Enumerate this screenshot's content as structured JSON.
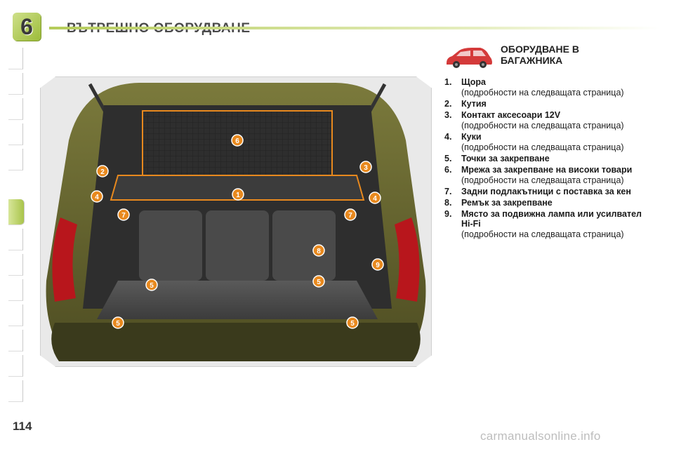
{
  "header": {
    "chapter_number": "6",
    "title": "ВЪТРЕШНО ОБОРУДВАНЕ"
  },
  "section": {
    "title_line1": "ОБОРУДВАНЕ В",
    "title_line2": "БАГАЖНИКА"
  },
  "items": [
    {
      "num": "1.",
      "label": "Щора",
      "note": "(подробности на следващата страница)"
    },
    {
      "num": "2.",
      "label": "Кутия",
      "note": ""
    },
    {
      "num": "3.",
      "label": "Контакт аксесоари 12V",
      "note": "(подробности на следващата страница)"
    },
    {
      "num": "4.",
      "label": "Куки",
      "note": "(подробности на следващата страница)"
    },
    {
      "num": "5.",
      "label": "Точки за закрепване",
      "note": ""
    },
    {
      "num": "6.",
      "label": "Мрежа за закрепване на високи товари",
      "note": "(подробности на следващата страница)"
    },
    {
      "num": "7.",
      "label": "Задни подлакътници с поставка за кен",
      "note": ""
    },
    {
      "num": "8.",
      "label": "Ремък за закрепване",
      "note": ""
    },
    {
      "num": "9.",
      "label": "Място за подвижна лампа или усилвател Hi-Fi",
      "note": "(подробности на следващата страница)"
    }
  ],
  "callouts": [
    "1",
    "2",
    "3",
    "4",
    "4",
    "5",
    "5",
    "5",
    "5",
    "6",
    "7",
    "7",
    "8",
    "9"
  ],
  "page_number": "114",
  "watermark": "carmanualsonline.info",
  "colors": {
    "accent": "#a9c44a",
    "callout_orange": "#e8891e",
    "car_body": "#6b6a32",
    "car_icon": "#d43a3a"
  }
}
